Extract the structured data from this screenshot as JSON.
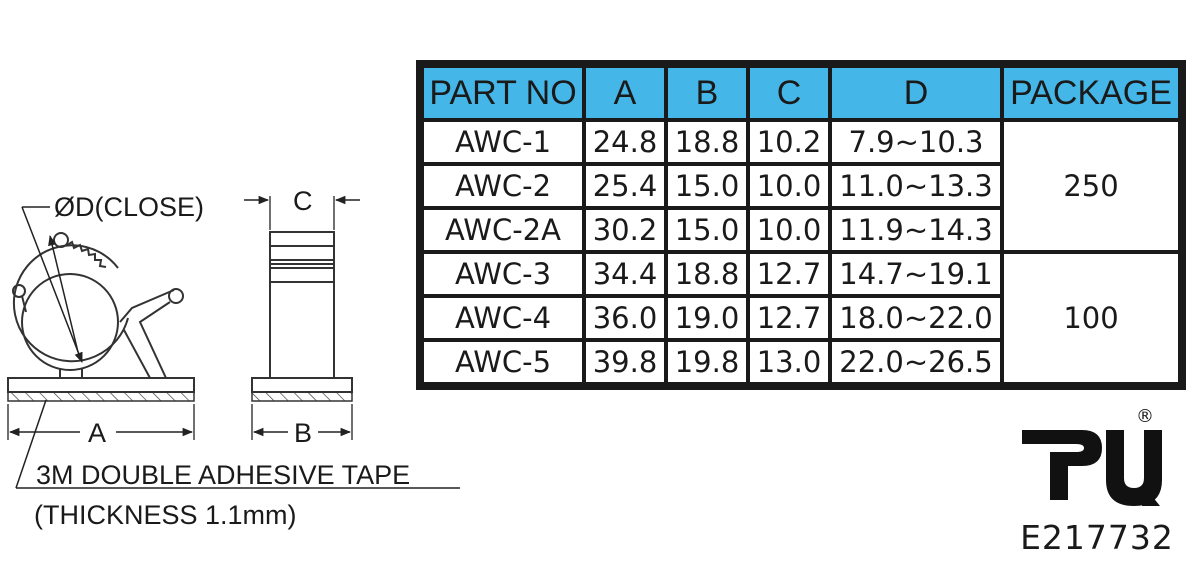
{
  "drawing": {
    "labels": {
      "diameter": "ØD(CLOSE)",
      "c": "C",
      "a": "A",
      "b": "B",
      "tape": "3M DOUBLE ADHESIVE TAPE",
      "thickness": "(THICKNESS 1.1mm)"
    }
  },
  "table": {
    "headers": [
      "PART NO",
      "A",
      "B",
      "C",
      "D",
      "PACKAGE"
    ],
    "rows": [
      {
        "part": "AWC-1",
        "a": "24.8",
        "b": "18.8",
        "c": "10.2",
        "d": "7.9~10.3"
      },
      {
        "part": "AWC-2",
        "a": "25.4",
        "b": "15.0",
        "c": "10.0",
        "d": "11.0~13.3"
      },
      {
        "part": "AWC-2A",
        "a": "30.2",
        "b": "15.0",
        "c": "10.0",
        "d": "11.9~14.3"
      },
      {
        "part": "AWC-3",
        "a": "34.4",
        "b": "18.8",
        "c": "12.7",
        "d": "14.7~19.1"
      },
      {
        "part": "AWC-4",
        "a": "36.0",
        "b": "19.0",
        "c": "12.7",
        "d": "18.0~22.0"
      },
      {
        "part": "AWC-5",
        "a": "39.8",
        "b": "19.8",
        "c": "13.0",
        "d": "22.0~26.5"
      }
    ],
    "packages": [
      "250",
      "100"
    ]
  },
  "certification": {
    "registered_symbol": "®",
    "file_number": "E217732"
  },
  "colors": {
    "header_bg": "#45b6e8",
    "border": "#1a1a1a",
    "line": "#333333"
  }
}
